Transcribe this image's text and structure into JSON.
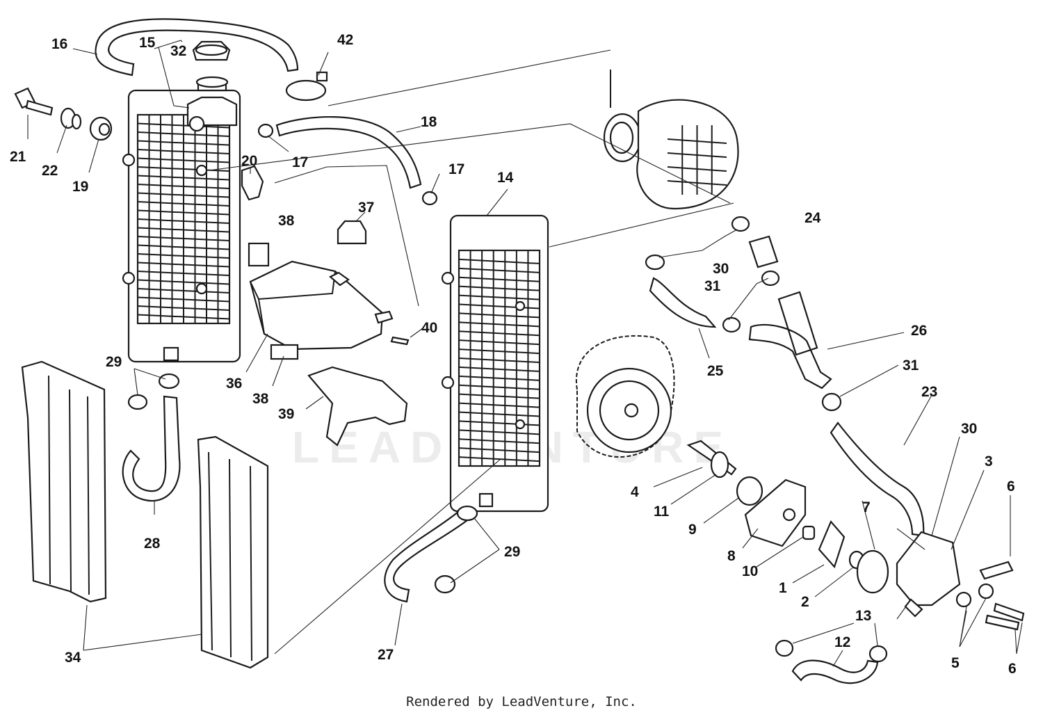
{
  "diagram": {
    "callouts": [
      {
        "id": "c16a",
        "label": "16"
      },
      {
        "id": "c15",
        "label": "15"
      },
      {
        "id": "c32",
        "label": "32"
      },
      {
        "id": "c42",
        "label": "42"
      },
      {
        "id": "c18",
        "label": "18"
      },
      {
        "id": "c21",
        "label": "21"
      },
      {
        "id": "c22",
        "label": "22"
      },
      {
        "id": "c19",
        "label": "19"
      },
      {
        "id": "c17a",
        "label": "17"
      },
      {
        "id": "c20",
        "label": "20"
      },
      {
        "id": "c17b",
        "label": "17"
      },
      {
        "id": "c14",
        "label": "14"
      },
      {
        "id": "c37",
        "label": "37"
      },
      {
        "id": "c38a",
        "label": "38"
      },
      {
        "id": "c24",
        "label": "24"
      },
      {
        "id": "c30a",
        "label": "30"
      },
      {
        "id": "c31a",
        "label": "31"
      },
      {
        "id": "c26",
        "label": "26"
      },
      {
        "id": "c40",
        "label": "40"
      },
      {
        "id": "c25",
        "label": "25"
      },
      {
        "id": "c29a",
        "label": "29"
      },
      {
        "id": "c36",
        "label": "36"
      },
      {
        "id": "c38b",
        "label": "38"
      },
      {
        "id": "c39",
        "label": "39"
      },
      {
        "id": "c31b",
        "label": "31"
      },
      {
        "id": "c23",
        "label": "23"
      },
      {
        "id": "c30b",
        "label": "30"
      },
      {
        "id": "c3",
        "label": "3"
      },
      {
        "id": "c6a",
        "label": "6"
      },
      {
        "id": "c4",
        "label": "4"
      },
      {
        "id": "c11",
        "label": "11"
      },
      {
        "id": "c7",
        "label": "7"
      },
      {
        "id": "c9",
        "label": "9"
      },
      {
        "id": "c28",
        "label": "28"
      },
      {
        "id": "c29b",
        "label": "29"
      },
      {
        "id": "c8",
        "label": "8"
      },
      {
        "id": "c10",
        "label": "10"
      },
      {
        "id": "c1",
        "label": "1"
      },
      {
        "id": "c2",
        "label": "2"
      },
      {
        "id": "c13",
        "label": "13"
      },
      {
        "id": "c12",
        "label": "12"
      },
      {
        "id": "c34",
        "label": "34"
      },
      {
        "id": "c27",
        "label": "27"
      },
      {
        "id": "c5",
        "label": "5"
      },
      {
        "id": "c6b",
        "label": "6"
      }
    ],
    "watermark": "LEADVENTURE"
  },
  "footer": "Rendered by LeadVenture, Inc."
}
